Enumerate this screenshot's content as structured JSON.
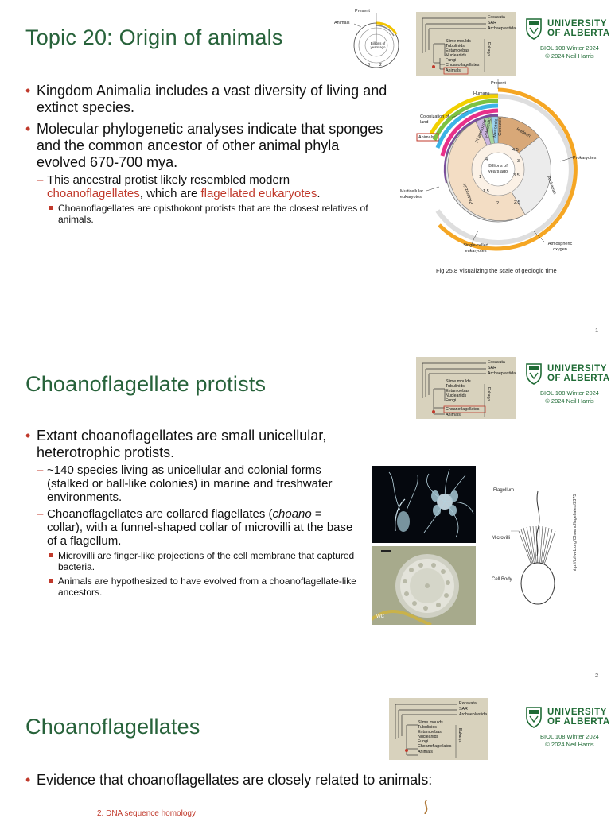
{
  "logo": {
    "university": "UNIVERSITY",
    "of_alberta": "OF ALBERTA",
    "course": "BIOL 108 Winter 2024",
    "copyright": "© 2024 Neil Harris"
  },
  "tree": {
    "top_labels": [
      "Excavata",
      "SAR",
      "Archaeplastida"
    ],
    "labels": [
      "Slime moulds",
      "Tubulinids",
      "Entamoebas",
      "Nucleariids",
      "Fungi",
      "Choanoflagellates",
      "Animals"
    ],
    "eukarya": "Eukarya"
  },
  "slide1": {
    "title": "Topic 20: Origin of animals",
    "bullets": [
      {
        "text": "Kingdom Animalia includes a vast diversity of living and extinct species.",
        "sub": []
      },
      {
        "text": "Molecular phylogenetic analyses indicate that sponges and the common ancestor of other animal phyla evolved 670-700 mya.",
        "sub": []
      }
    ],
    "sub1_pre": "This ancestral protist likely resembled modern ",
    "sub1_red1": "choanoflagellates",
    "sub1_mid": ", which are ",
    "sub1_red2": "flagellated eukaryotes",
    "sub1_end": ".",
    "subsub1": "Choanoflagellates are opisthokont protists that are the closest relatives of animals.",
    "clock_small": {
      "present": "Present",
      "animals": "Animals",
      "center": "Billions of years ago"
    },
    "clock": {
      "present": "Present",
      "humans": "Humans",
      "colonization": "Colonization of land",
      "animals": "Animals",
      "multicellular": "Multicellular eukaryotes",
      "single_celled": "Single-celled eukaryotes",
      "atmospheric": "Atmospheric oxygen",
      "prokaryotes": "Prokaryotes",
      "center": "Billions of years ago",
      "eons": [
        "Hadean",
        "Archaean",
        "Proterozoic",
        "Phanerozoic",
        "Paleozoic",
        "Mesozoic",
        "Cenozoic"
      ],
      "ticks": [
        "4",
        "4.5",
        "3.5",
        "3",
        "2.5",
        "2",
        "1.5",
        "1"
      ]
    },
    "caption": "Fig 25.8 Visualizing the scale of geologic time",
    "page": "1"
  },
  "slide2": {
    "title": "Choanoflagellate protists",
    "bullet": "Extant choanoflagellates are small unicellular, heterotrophic protists.",
    "sub1": "~140 species living as unicellular and colonial forms (stalked or ball-like colonies) in marine and freshwater environments.",
    "sub2_pre": "Choanoflagellates are collared flagellates (",
    "sub2_it": "choano",
    "sub2_post": " = collar), with a funnel-shaped collar of microvilli at the base of a flagellum.",
    "subsub1": "Microvilli are finger-like projections of the cell membrane that captured bacteria.",
    "subsub2": "Animals are hypothesized to have evolved from a choanoflagellate-like ancestors.",
    "diagram": {
      "flagellum": "Flagellum",
      "microvilli": "Microvilli",
      "cell_body": "Cell Body",
      "credit": "http://tolweb.org/Choanoflagellates/2375"
    },
    "photo_label": "WC",
    "page": "2"
  },
  "slide3": {
    "title": "Choanoflagellates",
    "bullet": "Evidence that choanoflagellates are closely related to animals:",
    "partial": "2. DNA sequence homology"
  }
}
